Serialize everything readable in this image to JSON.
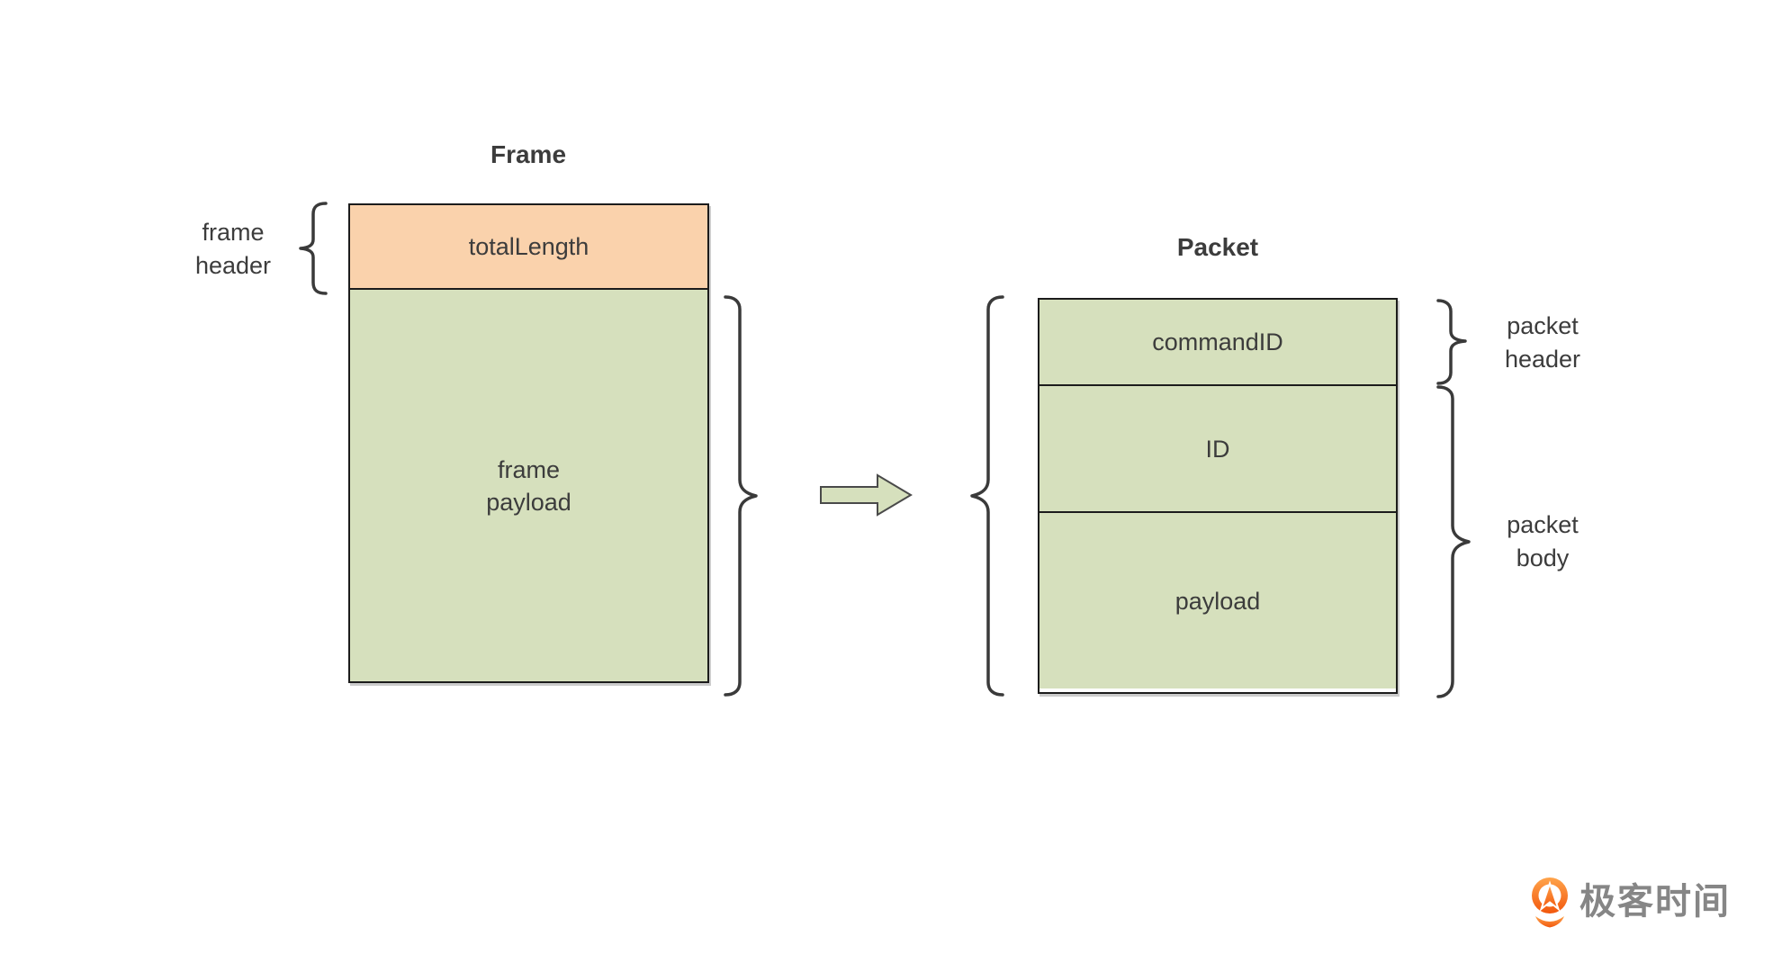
{
  "frame": {
    "title": "Frame",
    "cells": {
      "header": "totalLength",
      "payload_line1": "frame",
      "payload_line2": "payload"
    },
    "side_label": {
      "line1": "frame",
      "line2": "header"
    }
  },
  "packet": {
    "title": "Packet",
    "cells": {
      "command_id": "commandID",
      "id": "ID",
      "payload": "payload"
    },
    "header_label": {
      "line1": "packet",
      "line2": "header"
    },
    "body_label": {
      "line1": "packet",
      "line2": "body"
    }
  },
  "branding": {
    "logo_text": "极客时间"
  },
  "colors": {
    "orange": "#FAD2AC",
    "green": "#D6E0BD",
    "border": "#1C1C1C",
    "text": "#3C3C3C",
    "brace": "#3A3A3A",
    "logo-top": "#FFA44B",
    "logo-bottom": "#F2570D",
    "logo-text": "#868686"
  }
}
